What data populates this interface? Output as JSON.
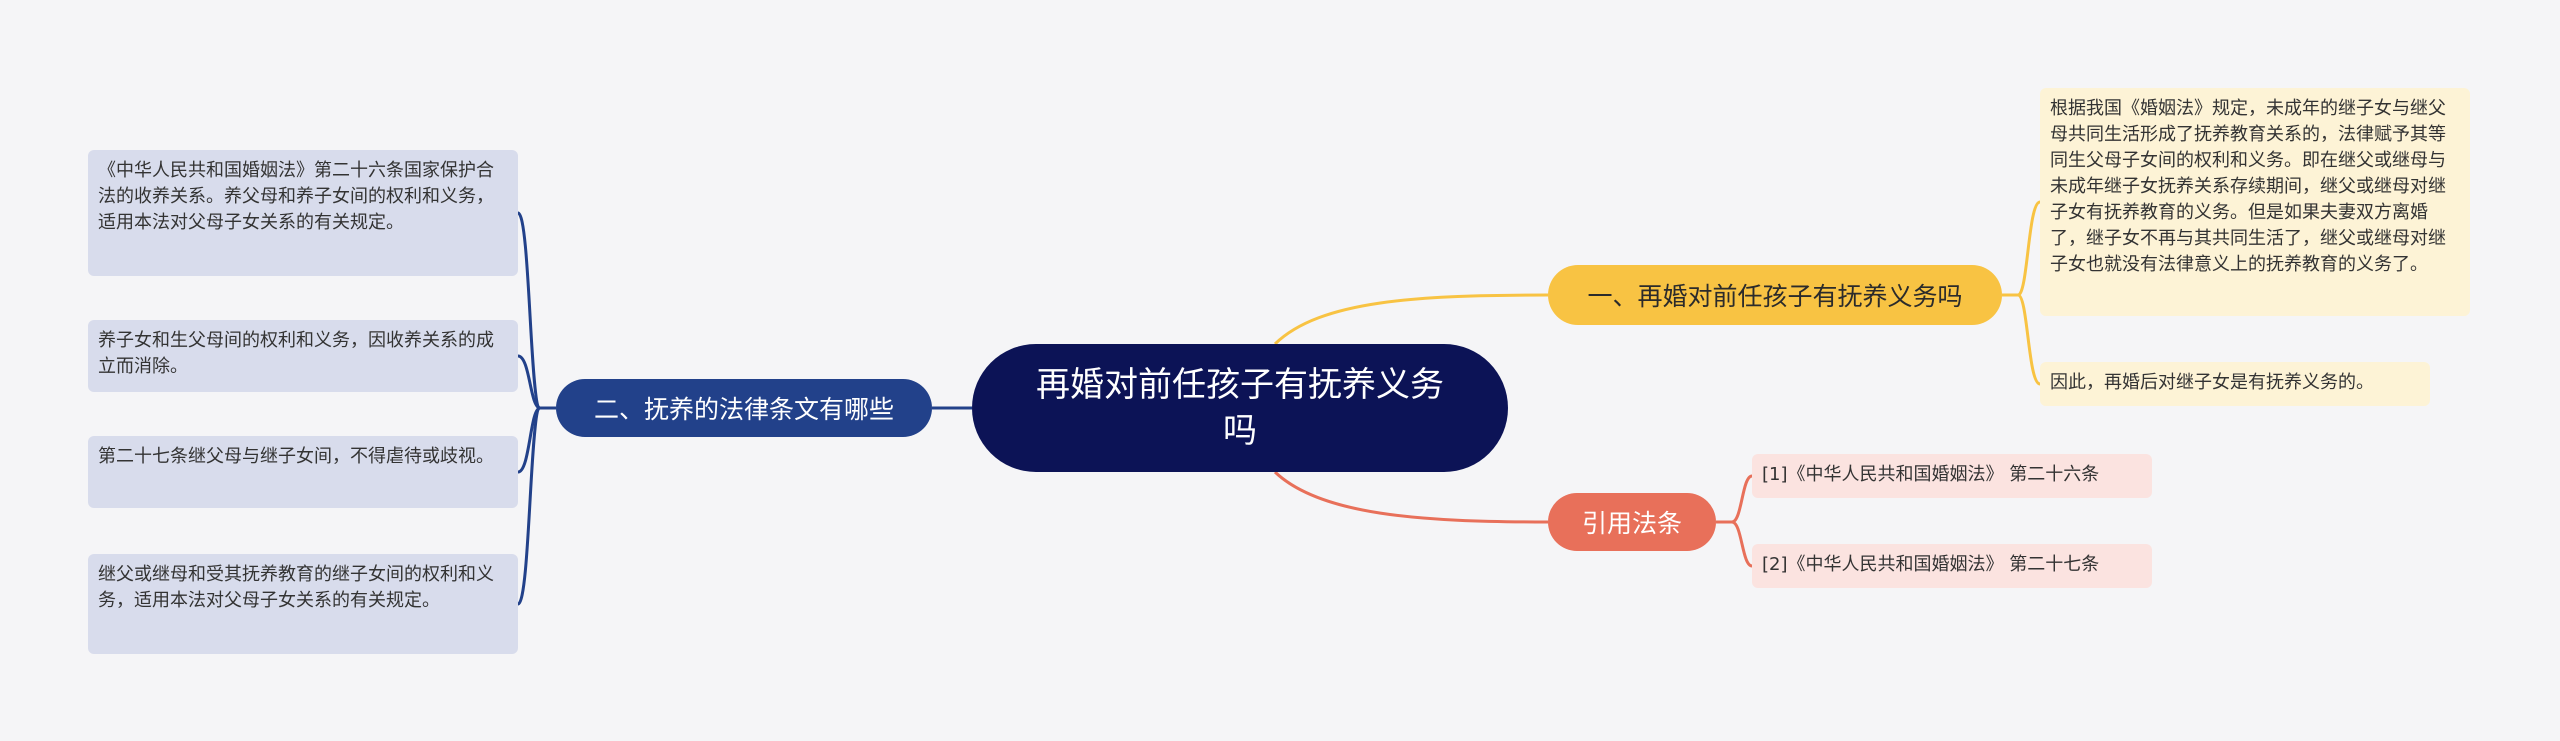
{
  "mindmap": {
    "root": "再婚对前任孩子有抚养义务吗",
    "branch_answer": {
      "label": "一、再婚对前任孩子有抚养义务吗",
      "children": [
        "根据我国《婚姻法》规定，未成年的继子女与继父母共同生活形成了抚养教育关系的，法律赋予其等同生父母子女间的权利和义务。即在继父或继母与未成年继子女抚养关系存续期间，继父或继母对继子女有抚养教育的义务。但是如果夫妻双方离婚了，继子女不再与其共同生活了，继父或继母对继子女也就没有法律意义上的抚养教育的义务了。",
        "因此，再婚后对继子女是有抚养义务的。"
      ]
    },
    "branch_law": {
      "label": "二、抚养的法律条文有哪些",
      "children": [
        "《中华人民共和国婚姻法》第二十六条国家保护合法的收养关系。养父母和养子女间的权利和义务，适用本法对父母子女关系的有关规定。",
        "养子女和生父母间的权利和义务，因收养关系的成立而消除。",
        "第二十七条继父母与继子女间，不得虐待或歧视。",
        "继父或继母和受其抚养教育的继子女间的权利和义务，适用本法对父母子女关系的有关规定。"
      ]
    },
    "branch_cite": {
      "label": "引用法条",
      "children": [
        "[1]《中华人民共和国婚姻法》 第二十六条",
        "[2]《中华人民共和国婚姻法》 第二十七条"
      ]
    },
    "colors": {
      "root": "#0c1356",
      "answer": "#f8c343",
      "law": "#22418a",
      "cite": "#e8705a"
    }
  }
}
